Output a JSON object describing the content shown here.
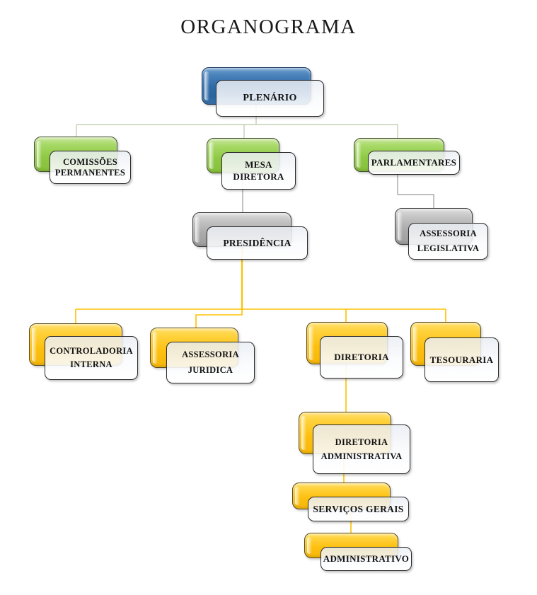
{
  "title": "ORGANOGRAMA",
  "nodes": [
    {
      "id": "plenario",
      "label": "PLENÁRIO",
      "color": "blue"
    },
    {
      "id": "comissoes-permanentes",
      "label": "COMISSÕES\nPERMANENTES",
      "color": "green"
    },
    {
      "id": "mesa-diretora",
      "label": "MESA\nDIRETORA",
      "color": "green"
    },
    {
      "id": "parlamentares",
      "label": "PARLAMENTARES",
      "color": "green"
    },
    {
      "id": "presidencia",
      "label": "PRESIDÊNCIA",
      "color": "gray"
    },
    {
      "id": "assessoria-legislativa",
      "label": "ASSESSORIA\nLEGISLATIVA",
      "color": "gray"
    },
    {
      "id": "controladoria-interna",
      "label": "CONTROLADORIA\nINTERNA",
      "color": "yellow"
    },
    {
      "id": "assessoria-juridica",
      "label": "ASSESSORIA\nJURIDICA",
      "color": "yellow"
    },
    {
      "id": "diretoria",
      "label": "DIRETORIA",
      "color": "yellow"
    },
    {
      "id": "tesouraria",
      "label": "TESOURARIA",
      "color": "yellow"
    },
    {
      "id": "diretoria-administrativa",
      "label": "DIRETORIA\nADMINISTRATIVA",
      "color": "yellow"
    },
    {
      "id": "servicos-gerais",
      "label": "SERVIÇOS GERAIS",
      "color": "yellow"
    },
    {
      "id": "administrativo",
      "label": "ADMINISTRATIVO",
      "color": "yellow"
    }
  ],
  "edges": [
    {
      "from": "plenario",
      "to": "comissoes-permanentes"
    },
    {
      "from": "plenario",
      "to": "mesa-diretora"
    },
    {
      "from": "plenario",
      "to": "parlamentares"
    },
    {
      "from": "mesa-diretora",
      "to": "presidencia"
    },
    {
      "from": "parlamentares",
      "to": "assessoria-legislativa"
    },
    {
      "from": "presidencia",
      "to": "controladoria-interna"
    },
    {
      "from": "presidencia",
      "to": "assessoria-juridica"
    },
    {
      "from": "presidencia",
      "to": "diretoria"
    },
    {
      "from": "presidencia",
      "to": "tesouraria"
    },
    {
      "from": "diretoria",
      "to": "diretoria-administrativa"
    },
    {
      "from": "diretoria-administrativa",
      "to": "servicos-gerais"
    },
    {
      "from": "servicos-gerais",
      "to": "administrativo"
    }
  ],
  "colors": {
    "node_blue": "#2f6aa6",
    "node_green": "#8fc944",
    "node_gray": "#a8a8a8",
    "node_yellow": "#fdc010",
    "connector_level1": "#b7c8a5",
    "connector_gray": "#a8a8a8",
    "connector_yellow": "#ffc000"
  }
}
